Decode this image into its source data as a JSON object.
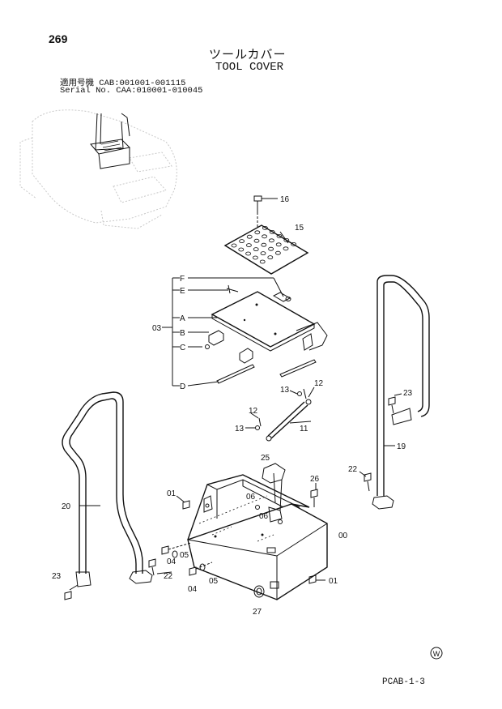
{
  "page_number": "269",
  "title_jp": "ツールカバー",
  "title_en": "TOOL COVER",
  "serial_line_1": "適用号機  CAB:001001-001115",
  "serial_line_2": "Serial No. CAA:010001-010045",
  "footer_code": "PCAB-1-3",
  "w_mark": "W",
  "callouts": {
    "c16": "16",
    "c15": "15",
    "cF": "F",
    "cE": "E",
    "cA": "A",
    "c03": "03",
    "cB": "B",
    "cC": "C",
    "cD": "D",
    "c12a": "12",
    "c13a": "13",
    "c12b": "12",
    "c13b": "13",
    "c11": "11",
    "c23a": "23",
    "c19": "19",
    "c22a": "22",
    "c25": "25",
    "c26": "26",
    "c01a": "01",
    "c06a": "06",
    "c06b": "06",
    "c00": "00",
    "c20": "20",
    "c04a": "04",
    "c05a": "05",
    "c22b": "22",
    "c23b": "23",
    "c04b": "04",
    "c05b": "05",
    "c01b": "01",
    "c27": "27"
  }
}
